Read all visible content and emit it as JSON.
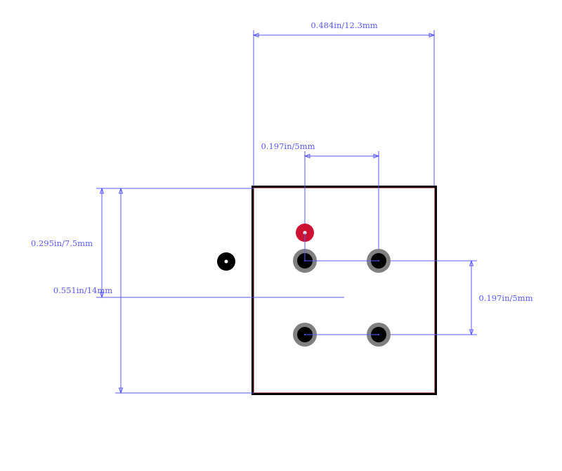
{
  "dimensions": {
    "overall_width": "0.484in/12.3mm",
    "pin_pitch_horizontal": "0.197in/5mm",
    "offset_vertical": "0.295in/7.5mm",
    "overall_height": "0.551in/14mm",
    "pin_pitch_vertical": "0.197in/5mm"
  },
  "colors": {
    "dimension_line": "#5a5aff",
    "body_outline": "#000000",
    "body_inner_outline": "#c87878",
    "pad_ring": "#808080",
    "pad_hole": "#000000",
    "pin1_marker": "#cc1133",
    "orientation_marker": "#000000"
  },
  "pads": [
    {
      "id": 1
    },
    {
      "id": 2
    },
    {
      "id": 3
    },
    {
      "id": 4
    }
  ]
}
